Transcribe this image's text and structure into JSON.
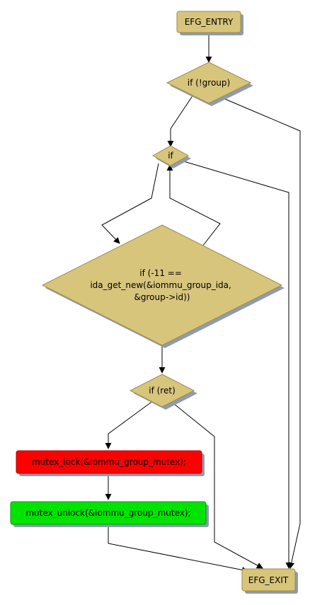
{
  "colors": {
    "node_fill": "#d8c57c",
    "node_stroke": "#a08a40",
    "shadow": "#8e9bb0",
    "red_fill": "#ff0000",
    "red_stroke": "#b40000",
    "green_fill": "#00e400",
    "green_stroke": "#009a00",
    "edge": "#000000"
  },
  "nodes": {
    "entry": {
      "label": "EFG_ENTRY"
    },
    "if_group": {
      "label": "if (!group)"
    },
    "if_loop": {
      "label": "if"
    },
    "if_ida": {
      "lines": [
        "if (-11 ==",
        "ida_get_new(&iommu_group_ida,",
        "&group->id))"
      ]
    },
    "if_ret": {
      "label": "if (ret)"
    },
    "mutex_lock": {
      "label": "mutex_lock(&iommu_group_mutex);"
    },
    "mutex_unlock": {
      "label": "mutex_unlock(&iommu_group_mutex);"
    },
    "exit": {
      "label": "EFG_EXIT"
    }
  }
}
